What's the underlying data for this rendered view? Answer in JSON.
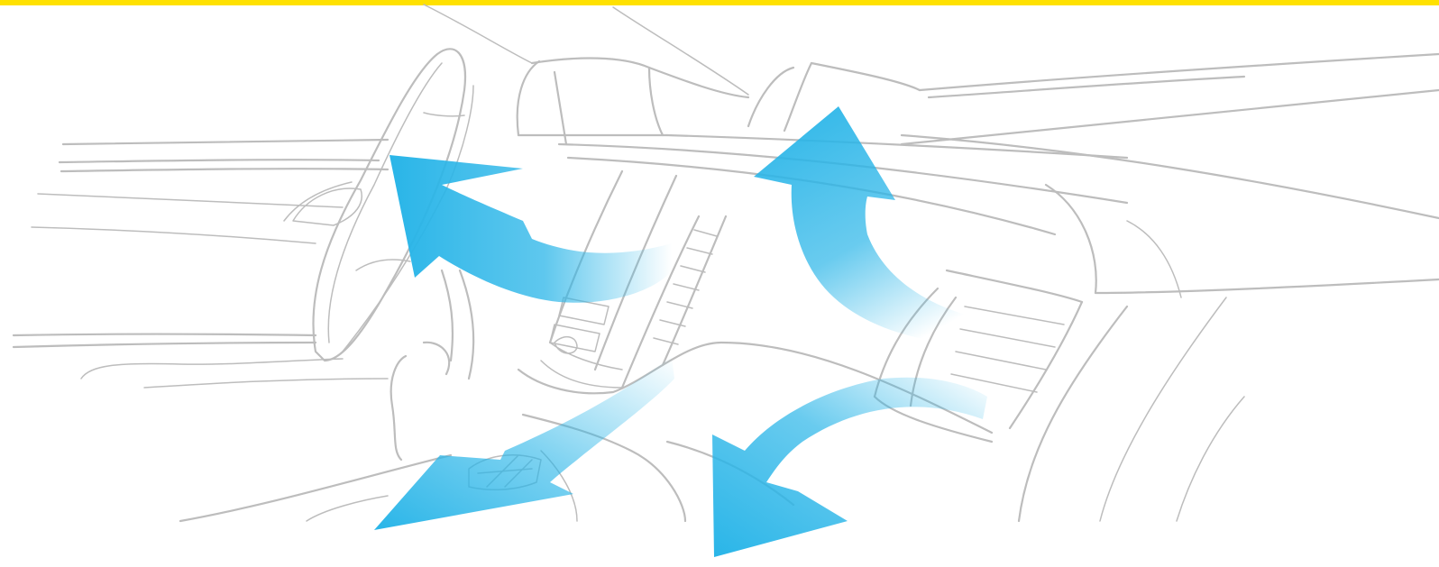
{
  "colors": {
    "top_bar": "#FFE100",
    "line_art": "#BDBDBD",
    "airflow_arrow": "#29B5E8",
    "background": "#FFFFFF"
  },
  "illustration": {
    "subject": "car-dashboard-interior",
    "airflow_arrows": [
      {
        "name": "airflow-arrow-driver-face",
        "direction": "up-left"
      },
      {
        "name": "airflow-arrow-windscreen",
        "direction": "up"
      },
      {
        "name": "airflow-arrow-footwell-left",
        "direction": "down-left"
      },
      {
        "name": "airflow-arrow-footwell-right",
        "direction": "down-left"
      }
    ]
  }
}
